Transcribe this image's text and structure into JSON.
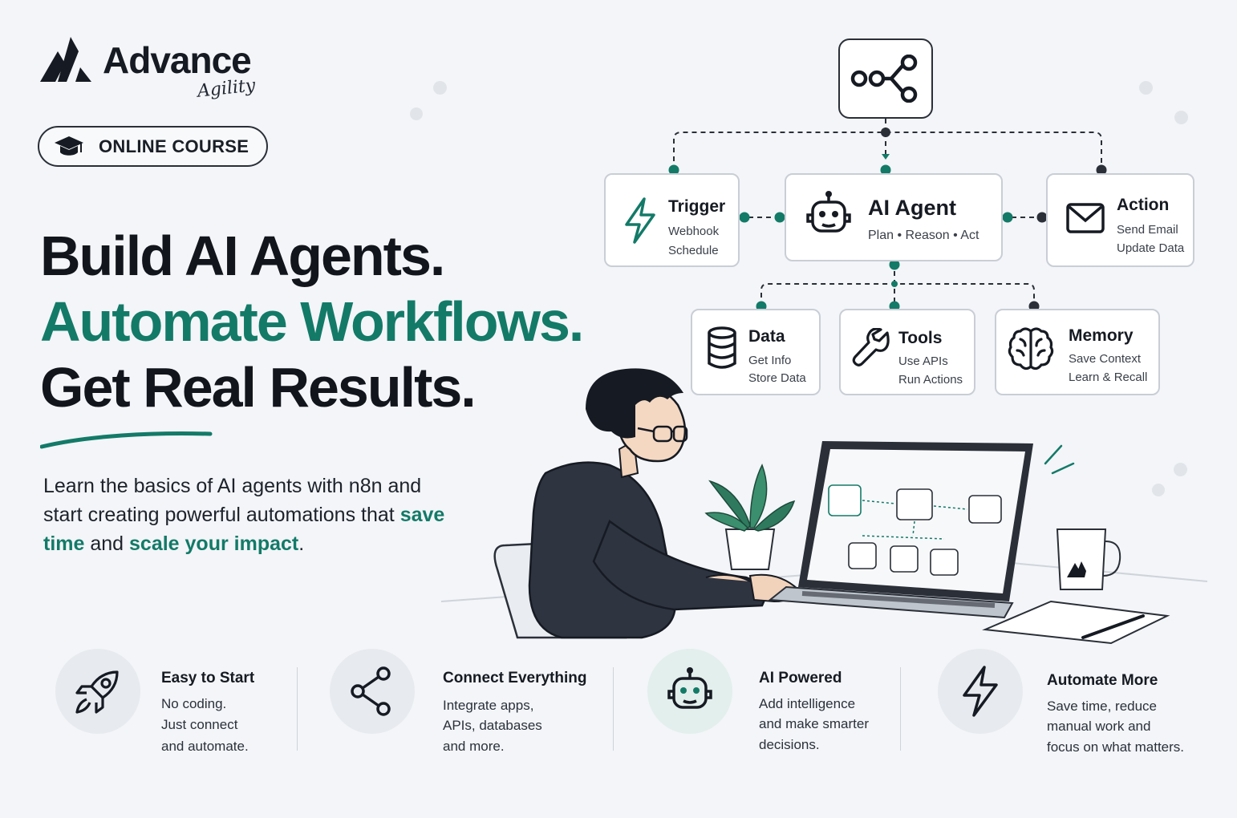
{
  "brand": {
    "name": "Advance",
    "script": "Agility"
  },
  "badge": {
    "label": "ONLINE COURSE",
    "icon": "graduation-cap-icon"
  },
  "headline": {
    "line1": "Build AI Agents.",
    "line2": "Automate Workflows.",
    "line3": "Get Real Results."
  },
  "lead": {
    "part1": "Learn the basics of AI agents with n8n and start creating powerful automations that ",
    "hl1": "save time",
    "part2": " and ",
    "hl2": "scale your impact",
    "part3": "."
  },
  "flow": {
    "root_icon": "workflow-nodes-icon",
    "trigger": {
      "title": "Trigger",
      "line1": "Webhook",
      "line2": "Schedule",
      "icon": "lightning-icon"
    },
    "agent": {
      "title": "AI Agent",
      "sub": "Plan • Reason • Act",
      "icon": "robot-icon"
    },
    "action": {
      "title": "Action",
      "line1": "Send Email",
      "line2": "Update Data",
      "icon": "envelope-icon"
    },
    "data": {
      "title": "Data",
      "line1": "Get Info",
      "line2": "Store Data",
      "icon": "database-icon"
    },
    "tools": {
      "title": "Tools",
      "line1": "Use APIs",
      "line2": "Run Actions",
      "icon": "wrench-icon"
    },
    "memory": {
      "title": "Memory",
      "line1": "Save Context",
      "line2": "Learn & Recall",
      "icon": "brain-icon"
    }
  },
  "features": [
    {
      "title": "Easy to Start",
      "lines": [
        "No coding.",
        "Just connect",
        "and automate."
      ],
      "icon": "rocket-icon"
    },
    {
      "title": "Connect Everything",
      "lines": [
        "Integrate apps,",
        "APIs, databases",
        "and more."
      ],
      "icon": "share-nodes-icon"
    },
    {
      "title": "AI Powered",
      "lines": [
        "Add intelligence",
        "and make smarter",
        "decisions."
      ],
      "icon": "robot-icon"
    },
    {
      "title": "Automate More",
      "lines": [
        "Save time, reduce",
        "manual work and",
        "focus on what matters."
      ],
      "icon": "lightning-icon"
    }
  ],
  "colors": {
    "accent": "#137a68",
    "ink": "#12151c",
    "background": "#f3f5f8"
  }
}
